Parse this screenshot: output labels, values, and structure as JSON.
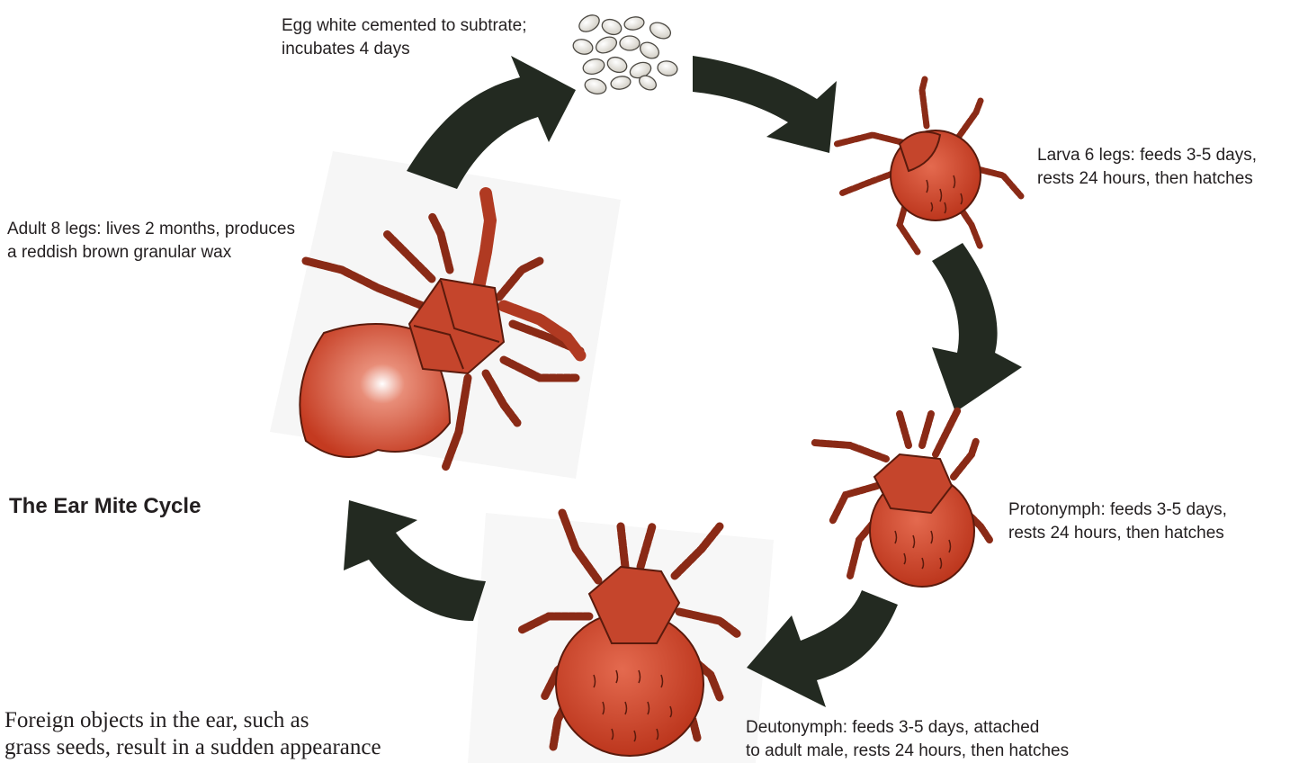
{
  "title": "The Ear Mite Cycle",
  "stages": {
    "egg": {
      "line1": "Egg white cemented to subtrate;",
      "line2": "incubates 4 days"
    },
    "larva": {
      "line1": "Larva 6 legs: feeds 3-5 days,",
      "line2": "rests 24 hours, then hatches"
    },
    "protonymph": {
      "line1": "Protonymph: feeds 3-5 days,",
      "line2": "rests 24 hours, then hatches"
    },
    "deutonymph": {
      "line1": "Deutonymph: feeds 3-5 days, attached",
      "line2": "to adult male, rests 24 hours, then hatches"
    },
    "adult": {
      "line1": "Adult 8 legs: lives 2 months, produces",
      "line2": "a reddish brown granular wax"
    }
  },
  "body_text": {
    "line1": "Foreign objects in the ear, such as",
    "line2": "grass seeds, result in a sudden appearance"
  },
  "colors": {
    "arrow": "#232a21",
    "mite": "#c9432a",
    "mite_dark": "#7a2414",
    "egg": "#e4e2dc"
  }
}
